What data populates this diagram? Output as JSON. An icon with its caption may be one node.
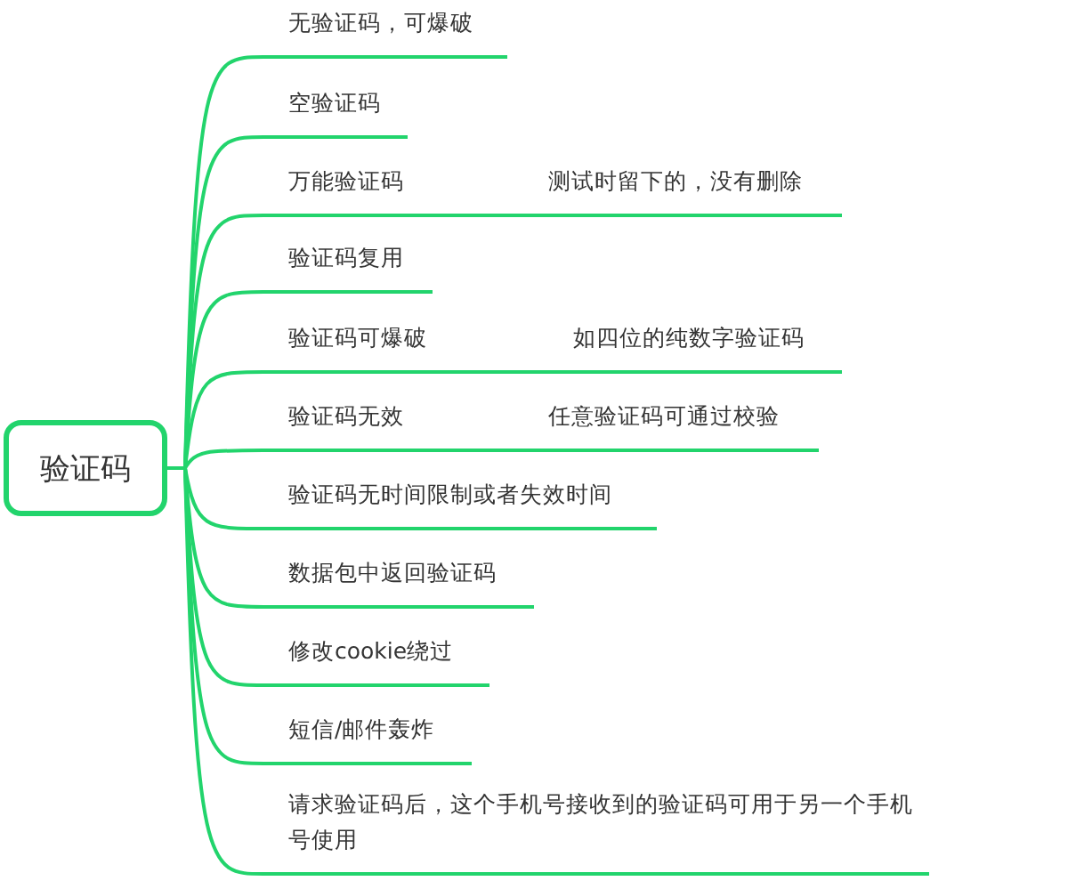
{
  "diagram": {
    "nodes": [
      {
        "text": [
          "验证码"
        ]
      },
      {
        "text": [
          "无验证码，可爆破"
        ]
      },
      {
        "text": [
          "空验证码"
        ]
      },
      {
        "text": [
          "万能验证码",
          "测试时留下的，没有删除"
        ]
      },
      {
        "text": [
          "验证码复用"
        ]
      },
      {
        "text": [
          "验证码可爆破",
          "如四位的纯数字验证码"
        ]
      },
      {
        "text": [
          "验证码无效",
          "任意验证码可通过校验"
        ]
      },
      {
        "text": [
          "验证码无时间限制或者失效时间"
        ]
      },
      {
        "text": [
          "数据包中返回验证码"
        ]
      },
      {
        "text": [
          "修改cookie绕过"
        ]
      },
      {
        "text": [
          "短信/邮件轰炸"
        ]
      },
      {
        "text": [
          "请求验证码后，这个手机号接收到的验证码可用于另一个手机号使用"
        ]
      }
    ],
    "edges": [
      {
        "from": 0,
        "to": 1,
        "arrow": "none"
      },
      {
        "from": 0,
        "to": 2,
        "arrow": "none"
      },
      {
        "from": 0,
        "to": 3,
        "arrow": "none"
      },
      {
        "from": 0,
        "to": 4,
        "arrow": "none"
      },
      {
        "from": 0,
        "to": 5,
        "arrow": "none"
      },
      {
        "from": 0,
        "to": 6,
        "arrow": "none"
      },
      {
        "from": 0,
        "to": 7,
        "arrow": "none"
      },
      {
        "from": 0,
        "to": 8,
        "arrow": "none"
      },
      {
        "from": 0,
        "to": 9,
        "arrow": "none"
      },
      {
        "from": 0,
        "to": 10,
        "arrow": "none"
      },
      {
        "from": 0,
        "to": 11,
        "arrow": "none"
      }
    ]
  }
}
